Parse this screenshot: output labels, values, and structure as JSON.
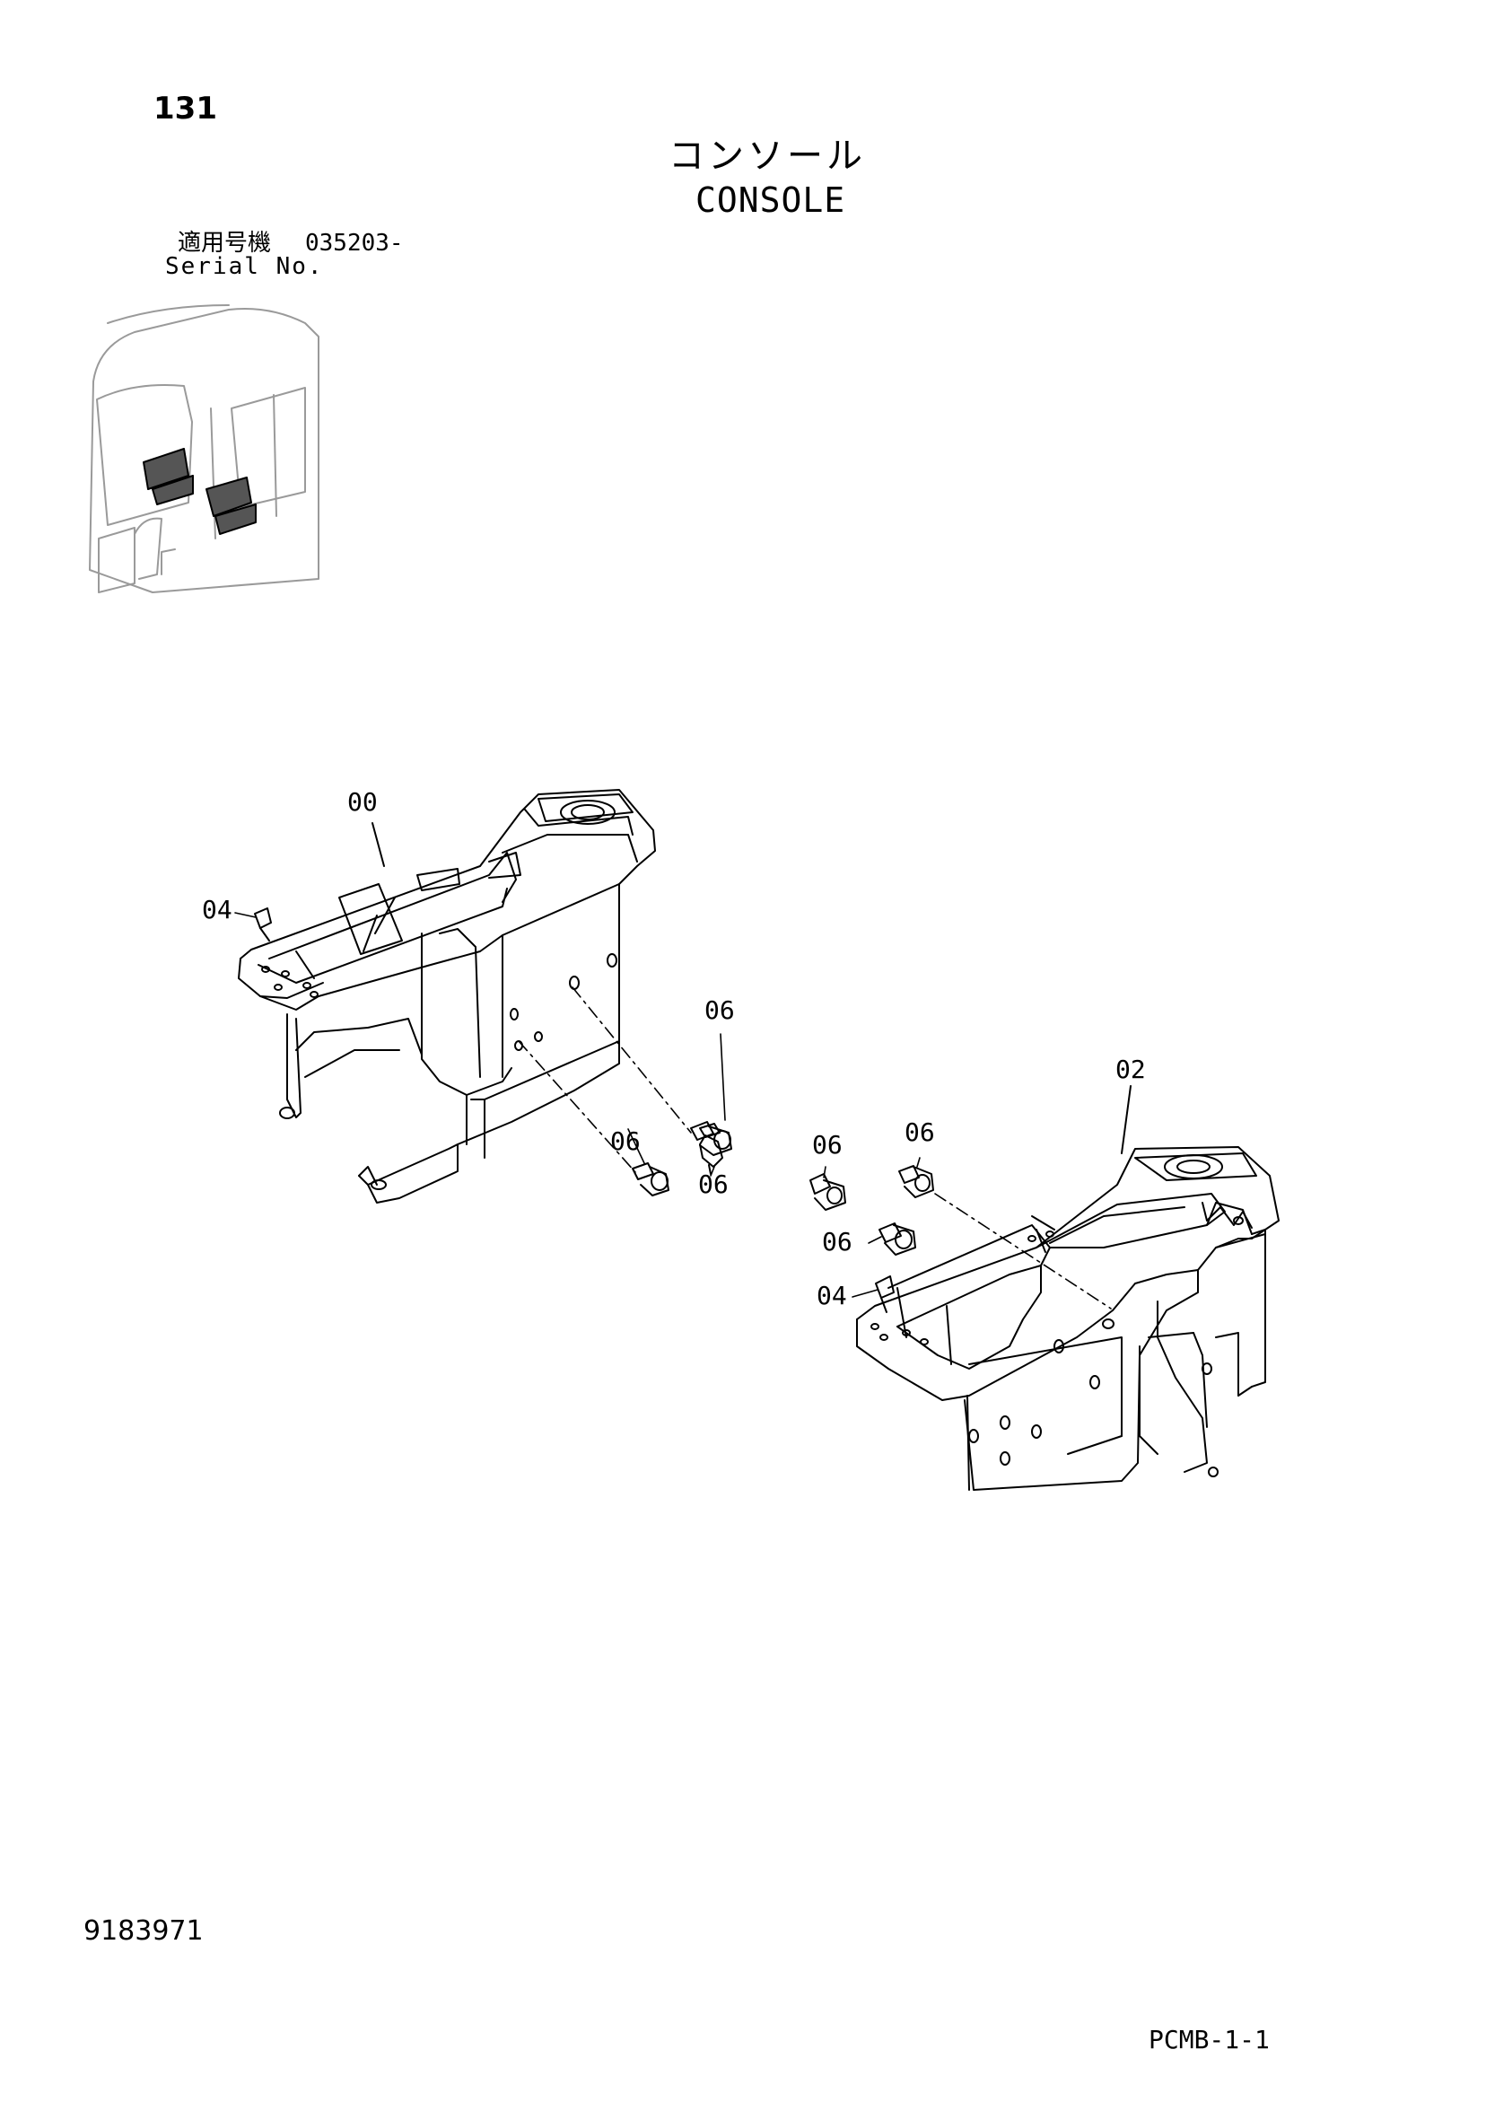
{
  "header": {
    "page_number": "131",
    "title_jp": "コンソール",
    "title_en": "CONSOLE",
    "serial_label_jp": "適用号機",
    "serial_value": "035203-",
    "serial_label_en": "Serial No."
  },
  "callouts": {
    "c00": "00",
    "c02": "02",
    "c04a": "04",
    "c04b": "04",
    "c06a": "06",
    "c06b": "06",
    "c06c": "06",
    "c06d": "06",
    "c06e": "06",
    "c06f": "06"
  },
  "footer": {
    "doc_number": "9183971",
    "page_code": "PCMB-1-1"
  }
}
